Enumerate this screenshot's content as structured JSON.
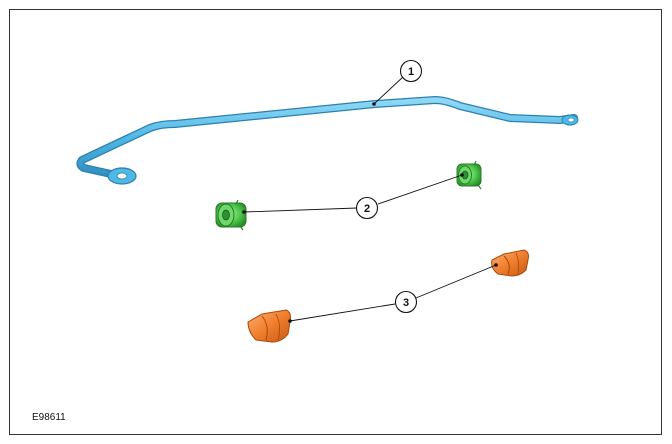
{
  "figure_id": "E98611",
  "callouts": [
    {
      "number": "1",
      "part": "stabilizer-bar",
      "color": "#5bc0eb"
    },
    {
      "number": "2",
      "part": "stabilizer-bar-bushing",
      "color": "#55c055"
    },
    {
      "number": "3",
      "part": "stabilizer-bar-bushing-clamp",
      "color": "#f07f2e"
    }
  ]
}
